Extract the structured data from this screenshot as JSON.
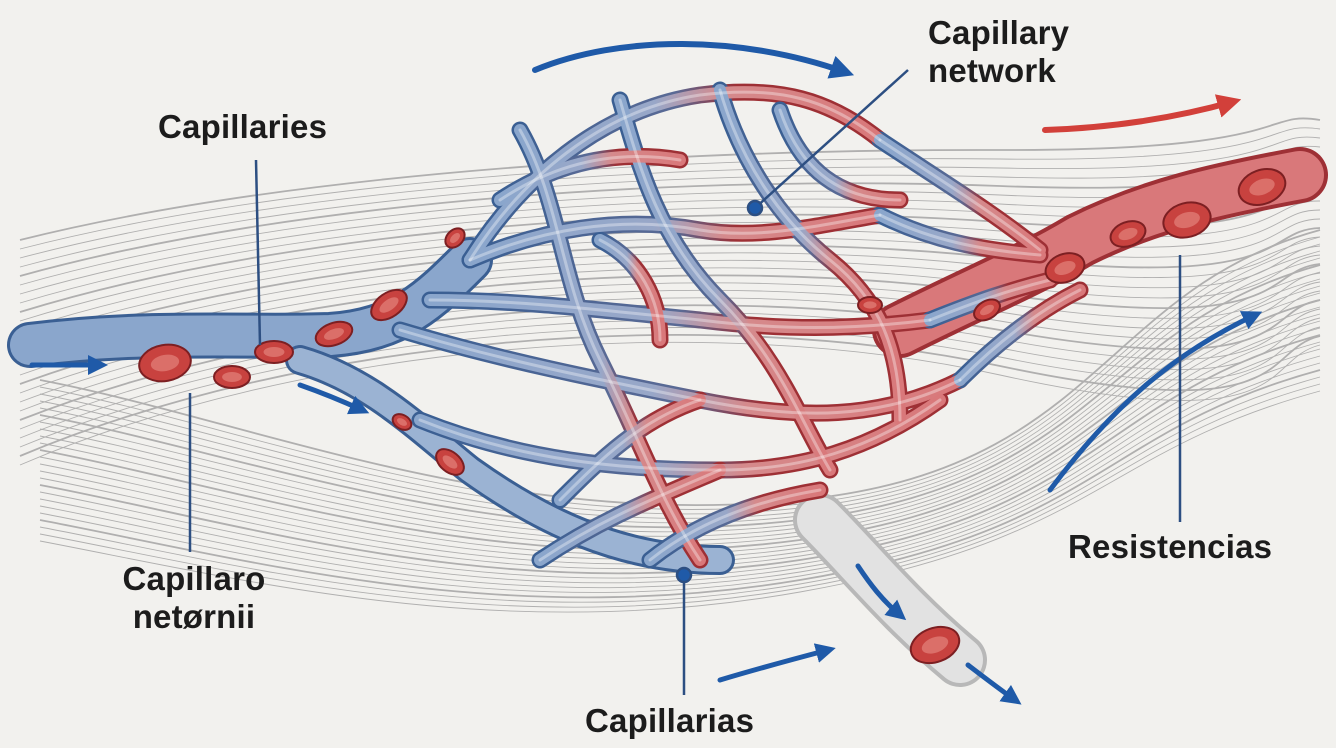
{
  "labels": {
    "capillaries": "Capillaries",
    "capillary_network_line1": "Capillary",
    "capillary_network_line2": "network",
    "resistencias": "Resistencias",
    "capillaro_line1": "Capillaro",
    "capillaro_line2": "netørnii",
    "capillarias": "Capillarias"
  },
  "colors": {
    "background": "#f2f1ee",
    "vein_blue": "#8aa6cc",
    "vein_blue_dark": "#3a5f93",
    "artery_red": "#d9787a",
    "artery_red_dark": "#9e3035",
    "blood_cell": "#c8423f",
    "arrow_blue": "#1f5aa8",
    "arrow_red": "#d2403a",
    "tissue_line": "#9a9a9a",
    "label_text": "#1c1c1c"
  },
  "icons": [
    "flow-arrow-icon",
    "red-blood-cell-icon",
    "pointer-dot-icon"
  ]
}
